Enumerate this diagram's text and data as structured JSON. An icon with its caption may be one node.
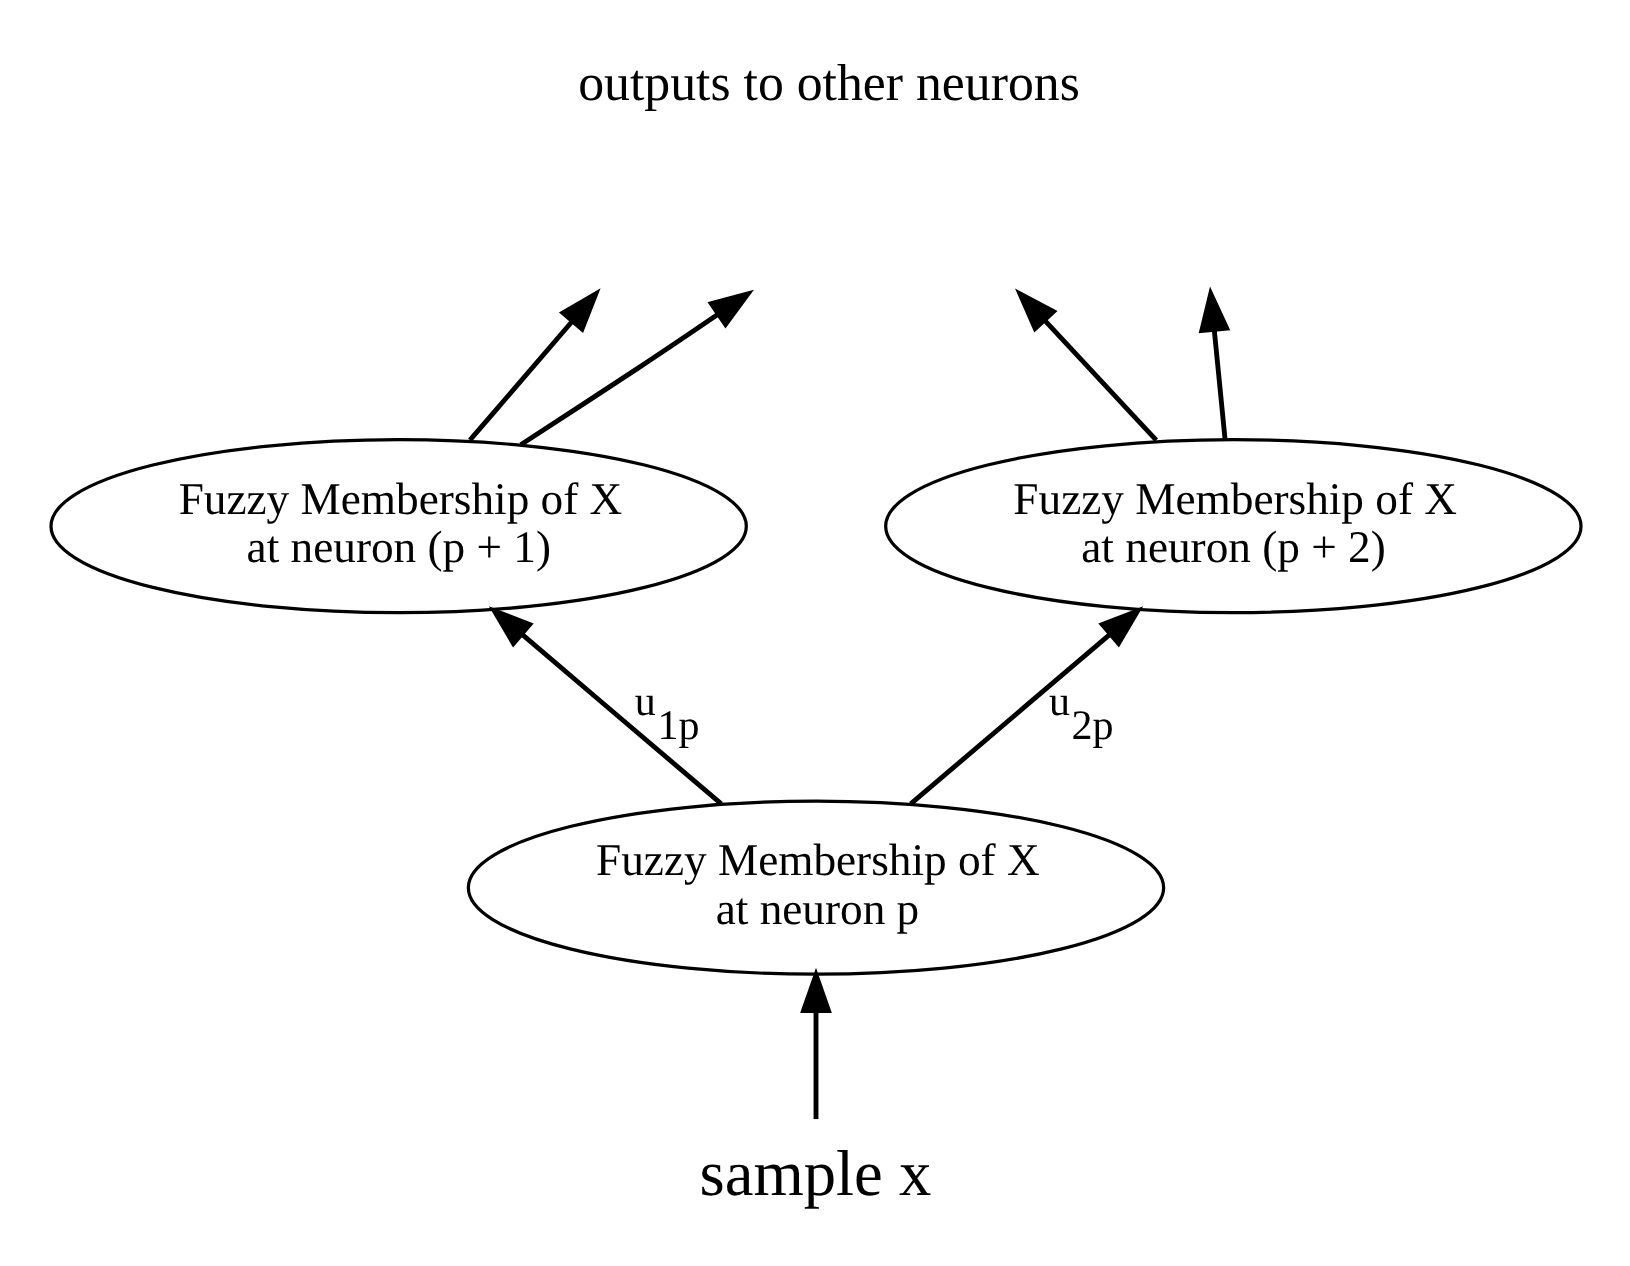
{
  "diagram": {
    "nodes": [
      {
        "text": [
          "Fuzzy Membership of X at neuron (p + 1)"
        ]
      },
      {
        "text": [
          "Fuzzy Membership of X at neuron (p + 2)"
        ]
      },
      {
        "text": [
          "Fuzzy Membership of X at neuron p"
        ]
      },
      {
        "text": [
          "sample x"
        ]
      }
    ],
    "edges": [
      {
        "from": 0,
        "to": null,
        "arrow": "to"
      },
      {
        "from": 0,
        "to": null,
        "arrow": "to"
      },
      {
        "from": 1,
        "to": null,
        "arrow": "to"
      },
      {
        "from": 1,
        "to": null,
        "arrow": "to"
      },
      {
        "from": 2,
        "to": 0,
        "arrow": "to",
        "label": "u$_{1p}$"
      },
      {
        "from": 2,
        "to": 1,
        "arrow": "to",
        "label": "u$_{2p}$"
      },
      {
        "from": 3,
        "to": 2,
        "arrow": "to"
      }
    ],
    "labels": [
      "outputs to other neurons"
    ]
  }
}
